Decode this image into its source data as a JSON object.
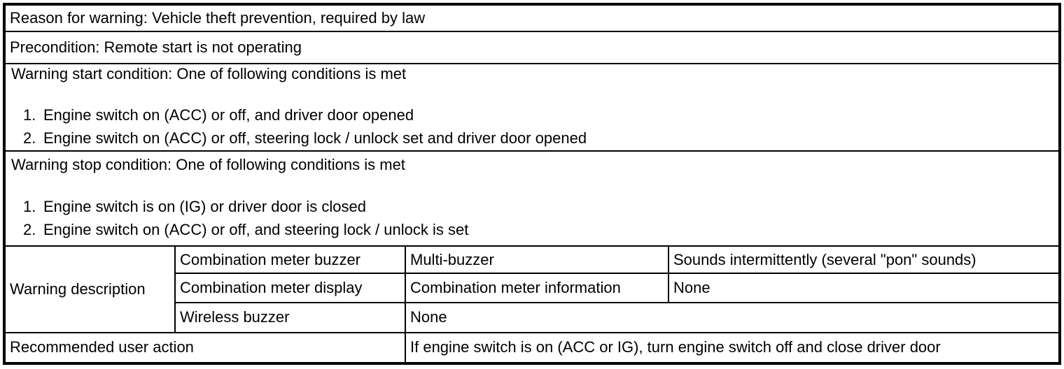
{
  "table": {
    "reason": "Reason for warning: Vehicle theft prevention, required by law",
    "precondition": "Precondition: Remote start is not operating",
    "start_condition": {
      "title": "Warning start condition: One of following conditions is met",
      "items": [
        {
          "num": "1.",
          "text": "Engine switch on (ACC) or off, and driver door opened"
        },
        {
          "num": "2.",
          "text": "Engine switch on (ACC) or off, steering lock / unlock set and driver door opened"
        }
      ]
    },
    "stop_condition": {
      "title": "Warning stop condition: One of following conditions is met",
      "items": [
        {
          "num": "1.",
          "text": "Engine switch is on (IG) or driver door is closed"
        },
        {
          "num": "2.",
          "text": "Engine switch on (ACC) or off, and steering lock / unlock is set"
        }
      ]
    },
    "warning_description": {
      "label": "Warning description",
      "rows": [
        {
          "device": "Combination meter buzzer",
          "component": "Multi-buzzer",
          "behavior": "Sounds intermittently (several \"pon\" sounds)"
        },
        {
          "device": "Combination meter display",
          "component": "Combination meter information",
          "behavior": "None"
        },
        {
          "device": "Wireless buzzer",
          "component": "None"
        }
      ]
    },
    "recommended_action": {
      "label": "Recommended user action",
      "value": "If engine switch is on (ACC or IG), turn engine switch off and close driver door"
    }
  },
  "colors": {
    "border": "#000000",
    "background": "#ffffff",
    "text": "#000000"
  }
}
